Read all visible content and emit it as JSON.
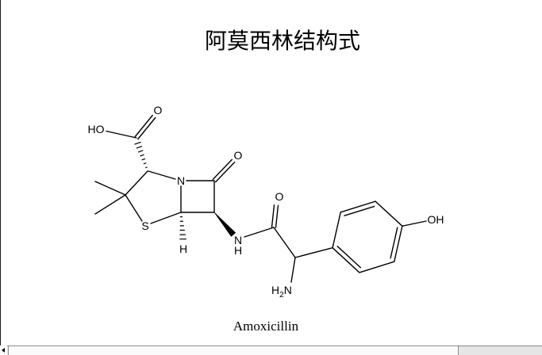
{
  "document": {
    "title": "阿莫西林结构式",
    "caption": "Amoxicillin"
  },
  "structure": {
    "labels": {
      "acid_hydroxyl": "HO",
      "acid_carbonyl_oxygen": "O",
      "lactam_nitrogen": "N",
      "ring_sulfur": "S",
      "lactam_carbonyl_oxygen": "O",
      "bridgehead_hydrogen": "H",
      "amide_nitrogen": "N",
      "amide_hydrogen": "H",
      "amide_carbonyl_oxygen": "O",
      "amine_hydrogen": "H",
      "amine_subscript": "2",
      "amine_nitrogen": "N",
      "phenol_hydroxyl": "OH"
    }
  },
  "scrollbar": {
    "left_arrow_icon": "left-arrow-icon",
    "position": 0,
    "visible_fraction": 0.845
  },
  "colors": {
    "ink": "#000000",
    "background": "#ffffff",
    "border": "#1a1a1a",
    "scrollbar_track": "#e6e6e6",
    "scrollbar_thumb": "#fbfbfb",
    "scrollbar_edge": "#8c8c8c"
  }
}
